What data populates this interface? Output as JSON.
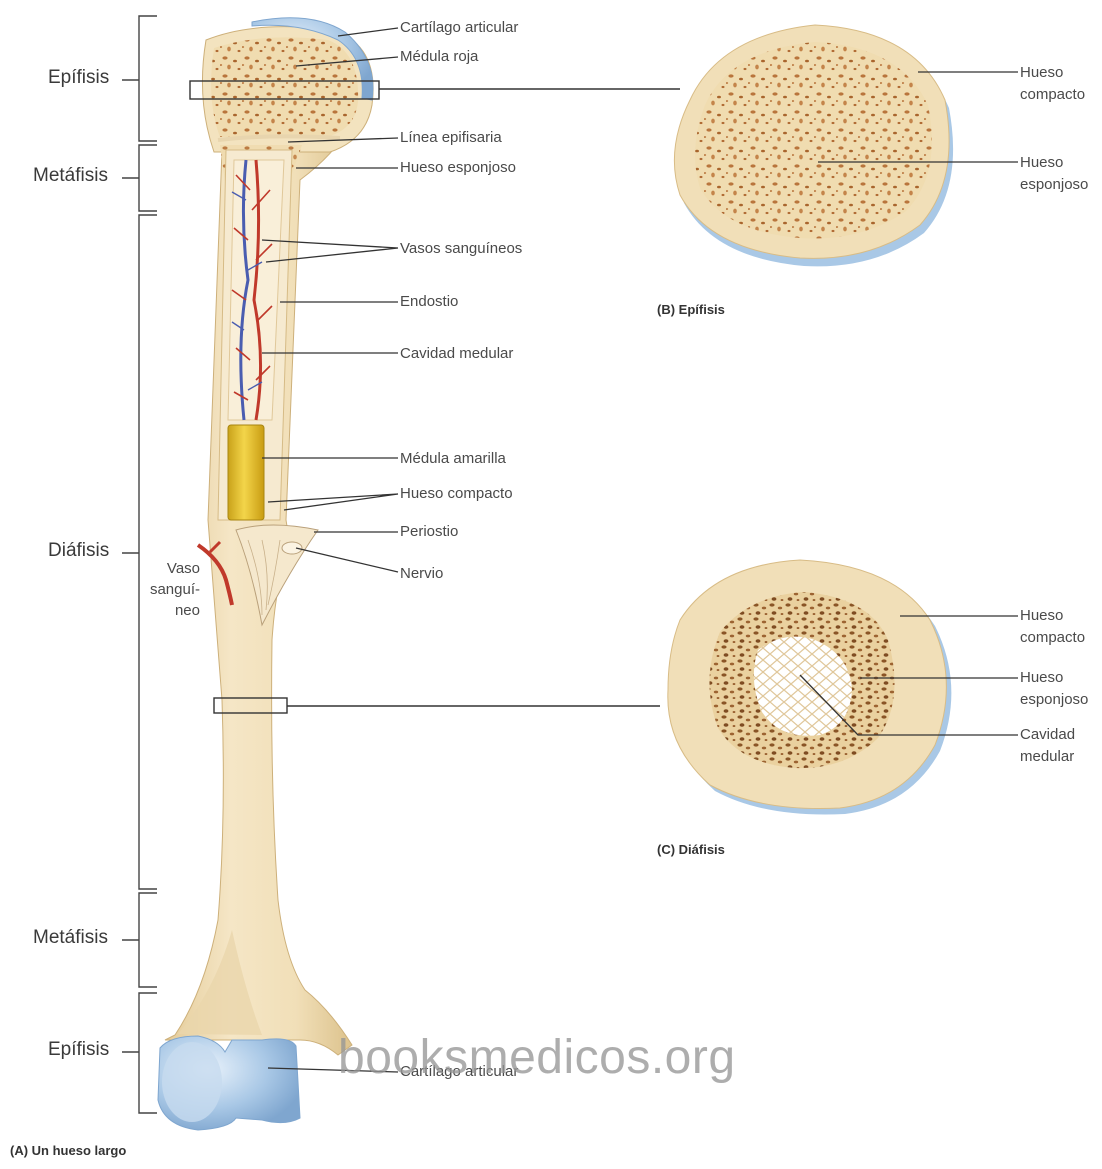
{
  "regions": {
    "epifisis_top": "Epífisis",
    "metafisis_top": "Metáfisis",
    "diafisis": "Diáfisis",
    "metafisis_bottom": "Metáfisis",
    "epifisis_bottom": "Epífisis"
  },
  "labels_a": {
    "cartilago_articular_top": "Cartílago articular",
    "medula_roja": "Médula roja",
    "linea_epifisaria": "Línea epifisaria",
    "hueso_esponjoso": "Hueso esponjoso",
    "vasos_sanguineos": "Vasos sanguíneos",
    "endostio": "Endostio",
    "cavidad_medular": "Cavidad medular",
    "medula_amarilla": "Médula amarilla",
    "hueso_compacto": "Hueso compacto",
    "periostio": "Periostio",
    "nervio": "Nervio",
    "vaso_sanguineo": "Vaso sanguí-neo",
    "cartilago_articular_bottom": "Cartílago articular"
  },
  "labels_b": {
    "hueso_compacto": "Hueso compacto",
    "hueso_esponjoso": "Hueso esponjoso"
  },
  "labels_c": {
    "hueso_compacto": "Hueso compacto",
    "hueso_esponjoso": "Hueso esponjoso",
    "cavidad_medular": "Cavidad medular"
  },
  "captions": {
    "a": "(A) Un hueso largo",
    "b": "(B) Epífisis",
    "c": "(C) Diáfisis"
  },
  "watermark": "booksmedicos.org",
  "colors": {
    "bone": "#f1dfb8",
    "bone_shadow": "#e2c995",
    "cartilage": "#a9c8e6",
    "spongy": "#b9753c",
    "red_marrow": "#c0392b",
    "vein": "#4a5db0",
    "yellow_marrow": "#e3bd2c",
    "line": "#555555"
  }
}
